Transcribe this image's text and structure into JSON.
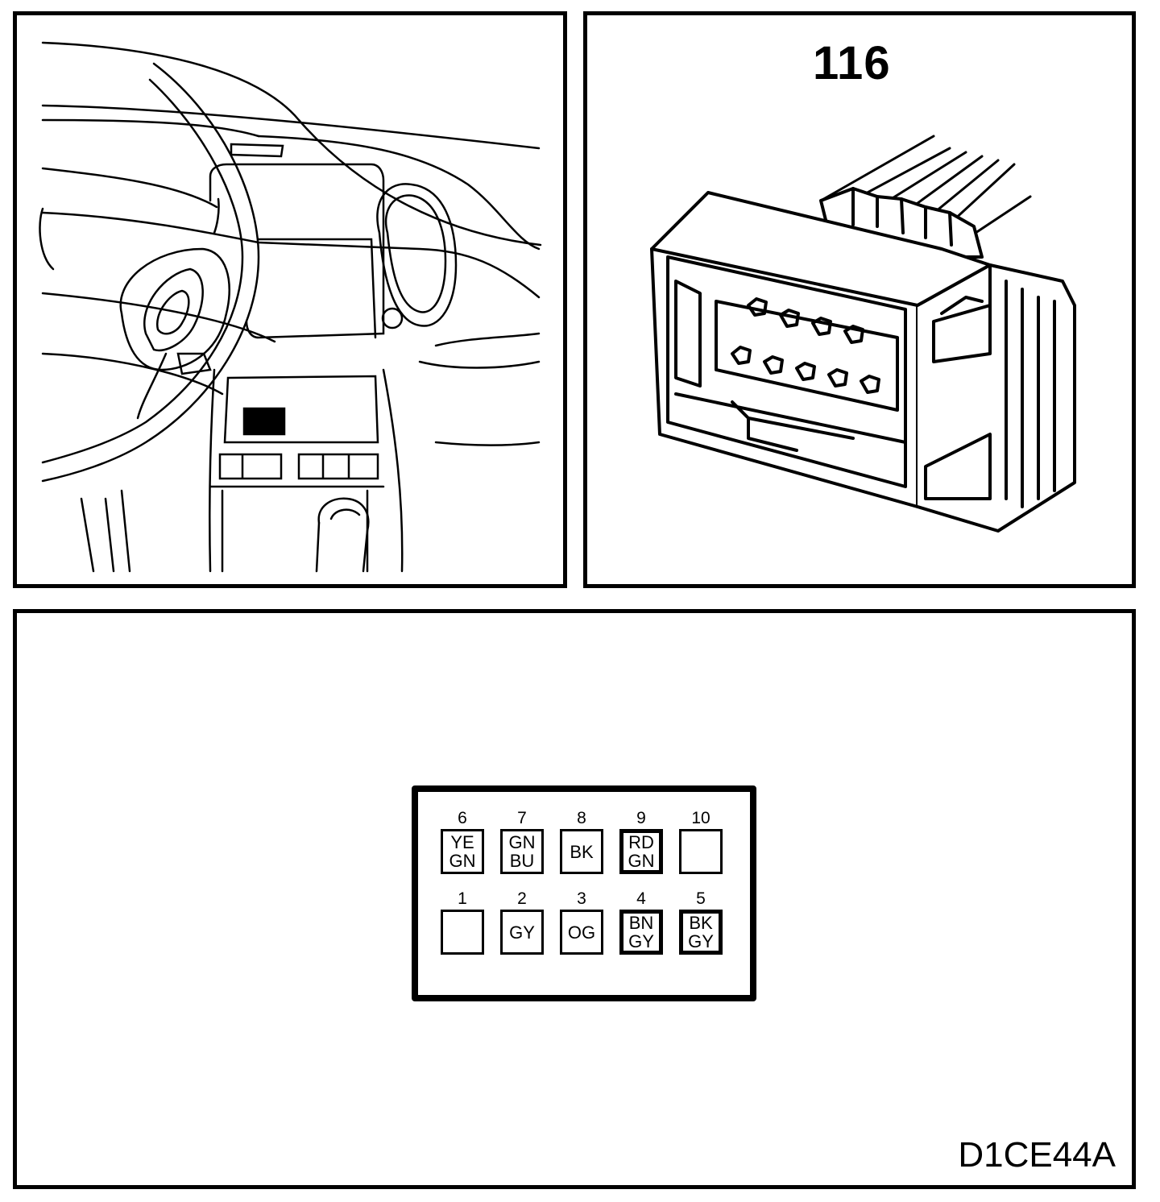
{
  "connector_number": "116",
  "diagram_code": "D1CE44A",
  "pins": {
    "top_row": [
      {
        "number": "6",
        "color_lines": [
          "YE",
          "GN"
        ],
        "heavy_border": false
      },
      {
        "number": "7",
        "color_lines": [
          "GN",
          "BU"
        ],
        "heavy_border": false
      },
      {
        "number": "8",
        "color_lines": [
          "BK",
          ""
        ],
        "heavy_border": false
      },
      {
        "number": "9",
        "color_lines": [
          "RD",
          "GN"
        ],
        "heavy_border": true
      },
      {
        "number": "10",
        "color_lines": [
          "",
          ""
        ],
        "heavy_border": false
      }
    ],
    "bottom_row": [
      {
        "number": "1",
        "color_lines": [
          "",
          ""
        ],
        "heavy_border": false
      },
      {
        "number": "2",
        "color_lines": [
          "GY",
          ""
        ],
        "heavy_border": false
      },
      {
        "number": "3",
        "color_lines": [
          "OG",
          ""
        ],
        "heavy_border": false
      },
      {
        "number": "4",
        "color_lines": [
          "BN",
          "GY"
        ],
        "heavy_border": true
      },
      {
        "number": "5",
        "color_lines": [
          "BK",
          "GY"
        ],
        "heavy_border": true
      }
    ]
  }
}
